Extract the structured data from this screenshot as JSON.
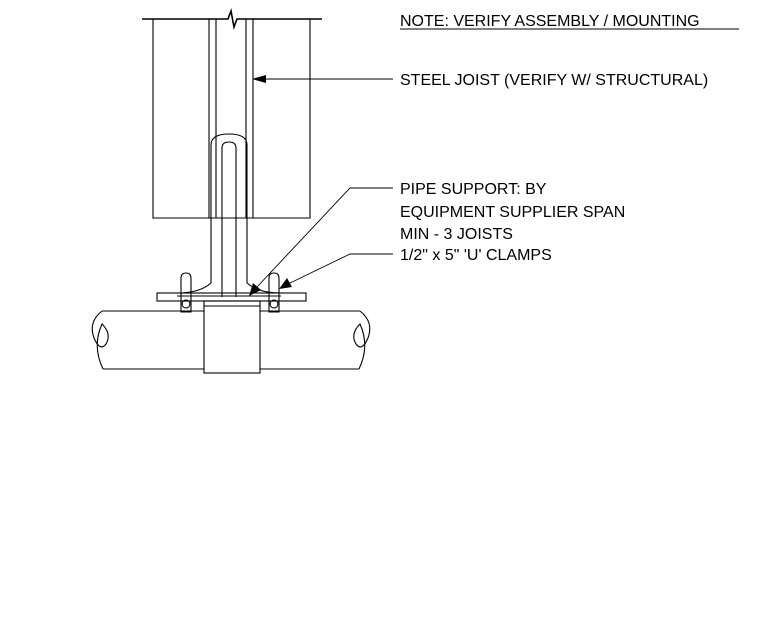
{
  "note": "NOTE: VERIFY ASSEMBLY / MOUNTING",
  "labels": {
    "steel_joist": "STEEL JOIST (VERIFY W/ STRUCTURAL)",
    "pipe_support": [
      "PIPE SUPPORT: BY",
      "EQUIPMENT SUPPLIER SPAN",
      "MIN - 3 JOISTS"
    ],
    "u_clamps": "1/2\" x 5\" 'U' CLAMPS"
  },
  "colors": {
    "line": "#000000",
    "background": "#ffffff"
  }
}
